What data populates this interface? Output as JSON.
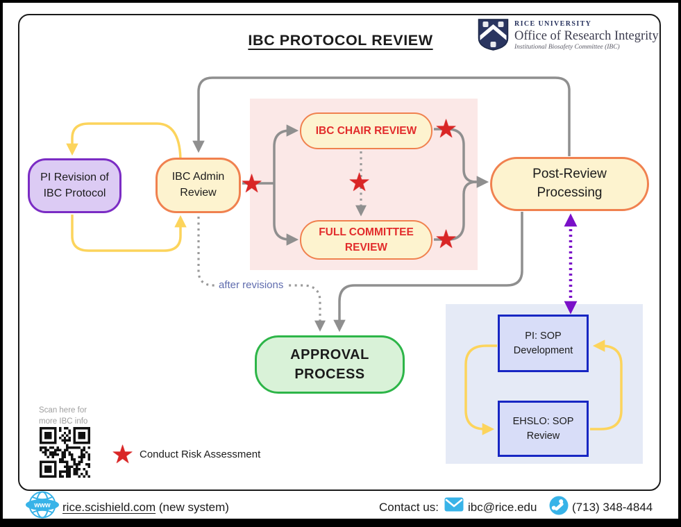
{
  "header": {
    "title": "IBC PROTOCOL REVIEW",
    "logo": {
      "university": "RICE UNIVERSITY",
      "office": "Office of Research Integrity",
      "subtitle": "Institutional Biosafety Committee (IBC)"
    }
  },
  "nodes": {
    "pi_revision": "PI Revision of\nIBC Protocol",
    "admin_review": "IBC Admin\nReview",
    "chair_review": "IBC CHAIR REVIEW",
    "full_committee": "FULL COMMITTEE\nREVIEW",
    "post_review": "Post-Review\nProcessing",
    "approval": "APPROVAL\nPROCESS",
    "pi_sop": "PI: SOP\nDevelopment",
    "ehslo_sop": "EHSLO: SOP\nReview"
  },
  "labels": {
    "after_revisions": "after revisions",
    "qr_caption": "Scan here for\nmore IBC info",
    "legend_star": "Conduct Risk Assessment"
  },
  "icons": {
    "star": "★",
    "globe_label": "www"
  },
  "footer": {
    "website": "rice.scishield.com",
    "website_note": "(new system)",
    "contact_label": "Contact us:",
    "email": "ibc@rice.edu",
    "phone": "(713) 348-4844"
  },
  "palette": {
    "node_yellow_fill": "#fdf3cf",
    "node_orange_border": "#f0814f",
    "purple_fill": "#dccbf4",
    "purple_border": "#7b2cc4",
    "green_fill": "#d9f2d8",
    "green_border": "#2db548",
    "sop_fill": "#d8ddf8",
    "sop_border": "#1726c3",
    "pink_panel": "#fbe8e7",
    "blue_panel": "#e5eaf6",
    "star_red": "#d92626",
    "red_text": "#e22c2c",
    "arrow_gray": "#8f8f8f",
    "arrow_yellow": "#fcd45c",
    "arrow_purple": "#7a10c8",
    "footer_blue": "#38b3e8"
  }
}
